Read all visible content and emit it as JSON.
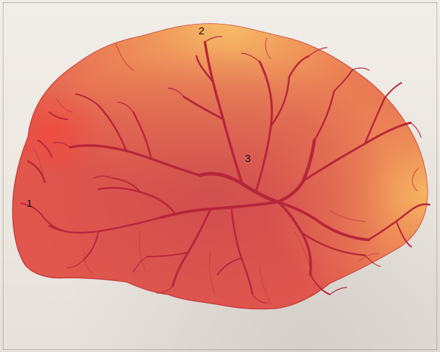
{
  "figure": {
    "subject": "brain-lateral-surface",
    "colors": {
      "background": "#ece7e1",
      "cortex_base": "#e2574d",
      "cortex_center": "#cf4c4d",
      "cortex_periphery": "#f5b25d",
      "vessels": "#b7263a",
      "outline": "#c93b3b"
    },
    "labels": [
      {
        "id": "1",
        "text": "1"
      },
      {
        "id": "2",
        "text": "2"
      },
      {
        "id": "3",
        "text": "3"
      }
    ]
  }
}
